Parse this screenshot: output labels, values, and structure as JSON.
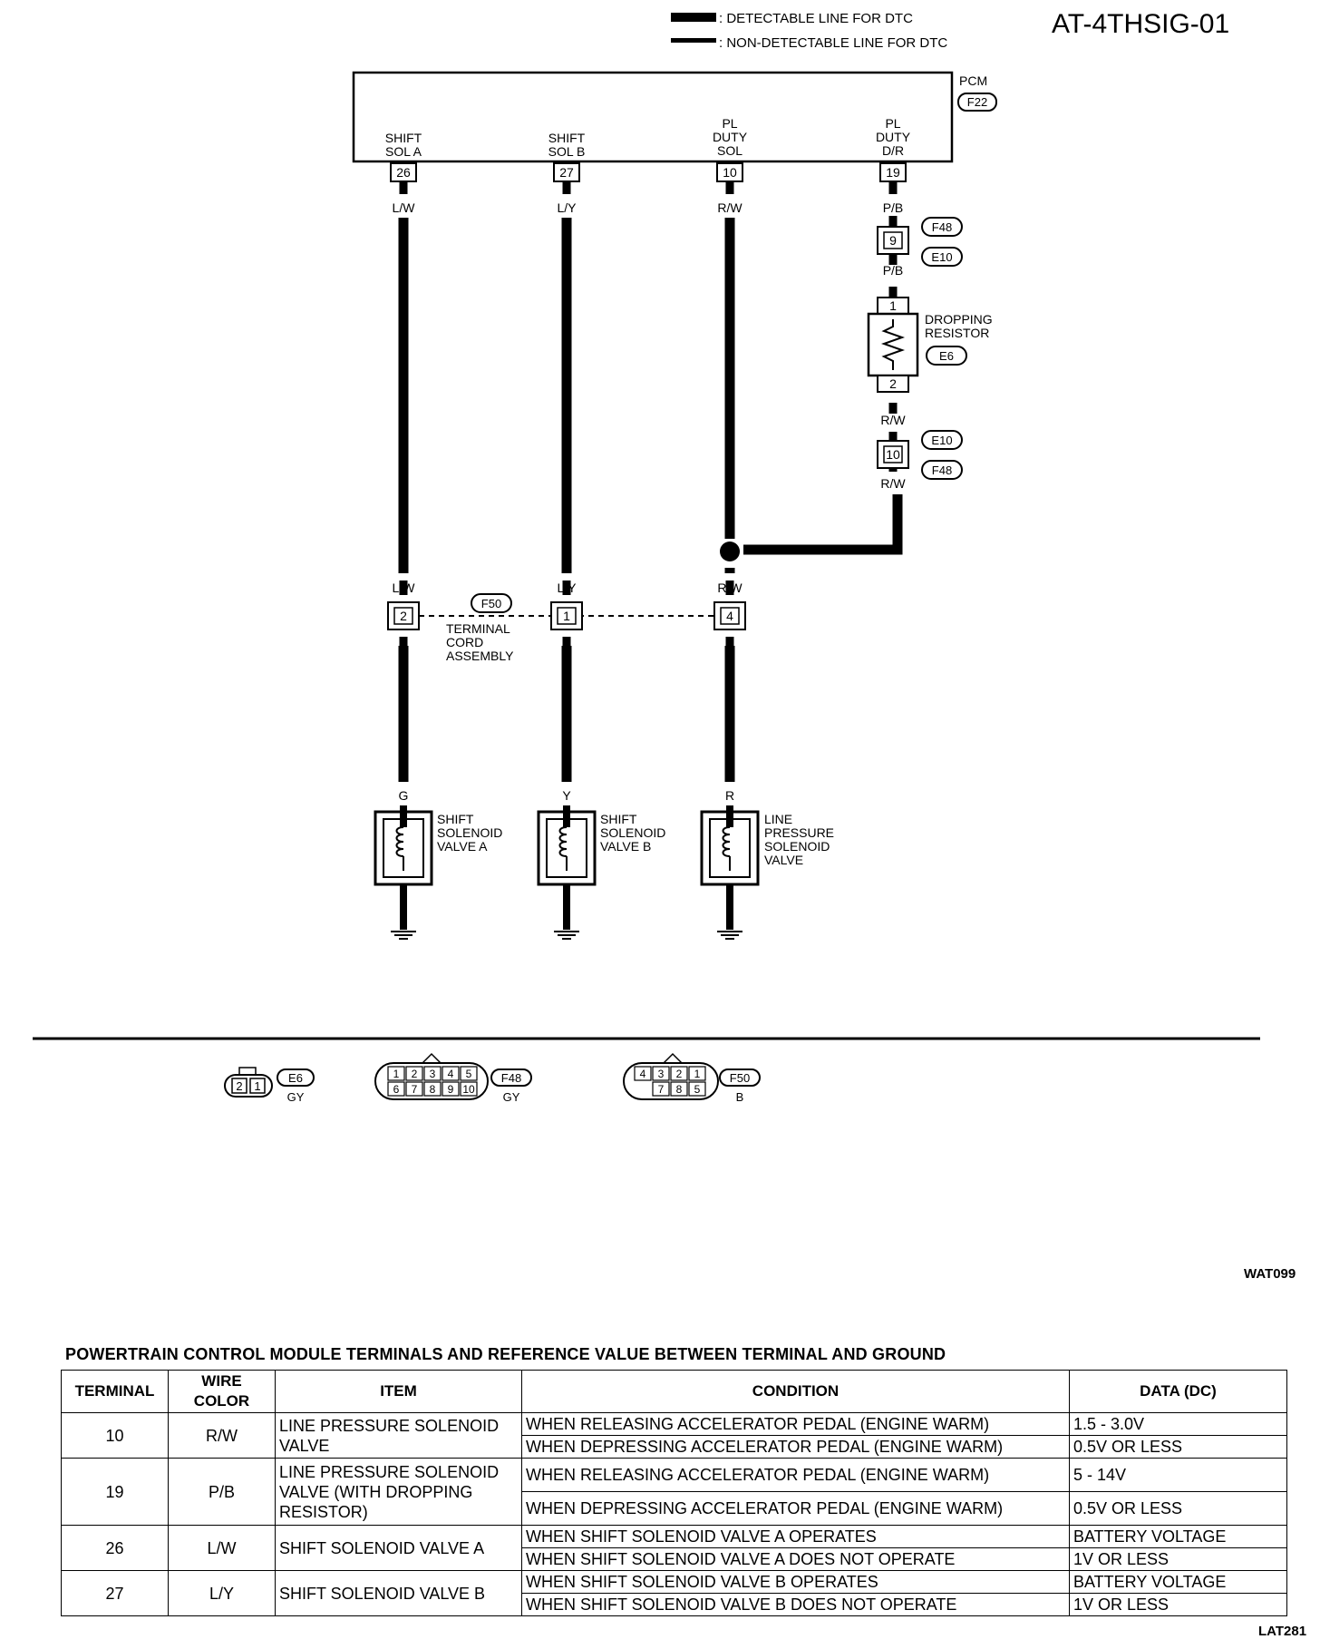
{
  "diagram_id": "AT-4THSIG-01",
  "figure_code": "WAT099",
  "footer_code": "LAT281",
  "legend": {
    "detectable": ": DETECTABLE LINE FOR DTC",
    "non_detectable": ": NON-DETECTABLE LINE FOR  DTC"
  },
  "pcm": {
    "label": "PCM",
    "connector": "F22",
    "terminals": [
      {
        "name_line1": "SHIFT",
        "name_line2": "SOL A",
        "name_line3": "",
        "pin": "26",
        "wire": "L/W"
      },
      {
        "name_line1": "SHIFT",
        "name_line2": "SOL B",
        "name_line3": "",
        "pin": "27",
        "wire": "L/Y"
      },
      {
        "name_line1": "PL",
        "name_line2": "DUTY",
        "name_line3": "SOL",
        "pin": "10",
        "wire": "R/W"
      },
      {
        "name_line1": "PL",
        "name_line2": "DUTY",
        "name_line3": "D/R",
        "pin": "19",
        "wire": "P/B"
      }
    ]
  },
  "resistor_branch": {
    "conn1_pin": "9",
    "conn1_codes": [
      "F48",
      "E10"
    ],
    "wire_after_conn1": "P/B",
    "resistor_pin_top": "1",
    "resistor_pin_bottom": "2",
    "resistor_label_line1": "DROPPING",
    "resistor_label_line2": "RESISTOR",
    "resistor_connector": "E6",
    "wire_after_resistor": "R/W",
    "conn2_pin": "10",
    "conn2_codes": [
      "E10",
      "F48"
    ],
    "wire_after_conn2": "R/W"
  },
  "terminal_cord": {
    "connector": "F50",
    "label_line1": "TERMINAL",
    "label_line2": "CORD",
    "label_line3": "ASSEMBLY",
    "columns": [
      {
        "wire_in": "L/W",
        "pin": "2",
        "wire_out": "G"
      },
      {
        "wire_in": "L/Y",
        "pin": "1",
        "wire_out": "Y"
      },
      {
        "wire_in": "R/W",
        "pin": "4",
        "wire_out": "R"
      }
    ]
  },
  "solenoids": [
    {
      "wire": "G",
      "line1": "SHIFT",
      "line2": "SOLENOID",
      "line3": "VALVE A",
      "line4": ""
    },
    {
      "wire": "Y",
      "line1": "SHIFT",
      "line2": "SOLENOID",
      "line3": "VALVE B",
      "line4": ""
    },
    {
      "wire": "R",
      "line1": "LINE",
      "line2": "PRESSURE",
      "line3": "SOLENOID",
      "line4": "VALVE"
    }
  ],
  "connector_views": [
    {
      "code": "E6",
      "color": "GY",
      "pins": [
        "2",
        "1"
      ]
    },
    {
      "code": "F48",
      "color": "GY",
      "pins_top": [
        "1",
        "2",
        "3",
        "4",
        "5"
      ],
      "pins_bottom": [
        "6",
        "7",
        "8",
        "9",
        "10"
      ]
    },
    {
      "code": "F50",
      "color": "B",
      "pins_top": [
        "4",
        "3",
        "2",
        "1"
      ],
      "pins_bottom": [
        "7",
        "8",
        "5"
      ]
    }
  ],
  "table": {
    "title": "POWERTRAIN CONTROL MODULE TERMINALS AND REFERENCE VALUE BETWEEN TERMINAL AND GROUND",
    "headers": [
      "TERMINAL",
      "WIRE COLOR",
      "ITEM",
      "CONDITION",
      "DATA (DC)"
    ],
    "rows": [
      {
        "terminal": "10",
        "wire": "R/W",
        "item": "LINE PRESSURE SOLENOID VALVE",
        "cond1": "WHEN RELEASING ACCELERATOR PEDAL (ENGINE WARM)",
        "data1": "1.5 - 3.0V",
        "cond2": "WHEN DEPRESSING ACCELERATOR PEDAL (ENGINE WARM)",
        "data2": "0.5V OR LESS"
      },
      {
        "terminal": "19",
        "wire": "P/B",
        "item": "LINE PRESSURE SOLENOID VALVE (WITH DROPPING RESISTOR)",
        "cond1": "WHEN RELEASING ACCELERATOR PEDAL (ENGINE WARM)",
        "data1": "5 - 14V",
        "cond2": "WHEN DEPRESSING ACCELERATOR PEDAL (ENGINE WARM)",
        "data2": "0.5V OR LESS"
      },
      {
        "terminal": "26",
        "wire": "L/W",
        "item": "SHIFT SOLENOID VALVE A",
        "cond1": "WHEN SHIFT SOLENOID VALVE A OPERATES",
        "data1": "BATTERY VOLTAGE",
        "cond2": "WHEN SHIFT SOLENOID VALVE A DOES NOT OPERATE",
        "data2": "1V OR LESS"
      },
      {
        "terminal": "27",
        "wire": "L/Y",
        "item": "SHIFT SOLENOID VALVE B",
        "cond1": "WHEN SHIFT SOLENOID VALVE B OPERATES",
        "data1": "BATTERY VOLTAGE",
        "cond2": "WHEN SHIFT SOLENOID VALVE B DOES NOT OPERATE",
        "data2": "1V OR LESS"
      }
    ]
  }
}
